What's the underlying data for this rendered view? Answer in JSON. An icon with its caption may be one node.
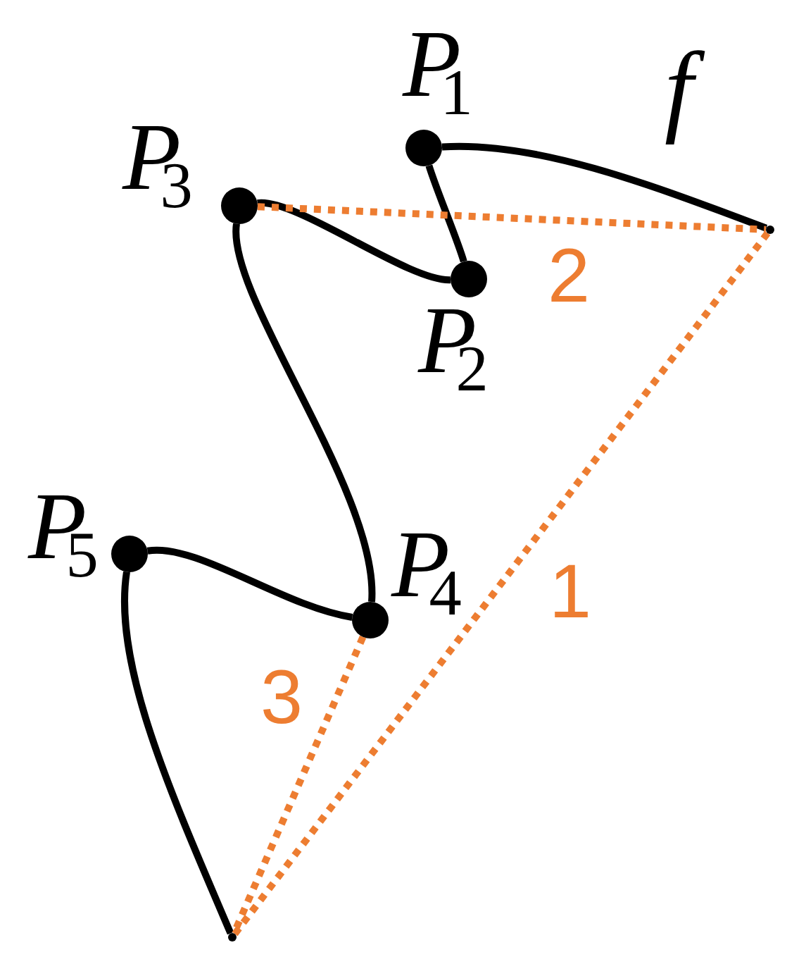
{
  "diagram": {
    "nodes": [
      {
        "text": [
          "*P*$_{1}$"
        ]
      },
      {
        "text": [
          "*P*$_{2}$"
        ]
      },
      {
        "text": [
          "*P*$_{3}$"
        ]
      },
      {
        "text": [
          "*P*$_{4}$"
        ]
      },
      {
        "text": [
          "*P*$_{5}$"
        ]
      },
      {
        "text": [],
        "shape": "point"
      },
      {
        "text": [],
        "shape": "point"
      }
    ],
    "edges": [
      {
        "from": 5,
        "to": 0,
        "arrow": "none"
      },
      {
        "from": 0,
        "to": 1,
        "arrow": "none"
      },
      {
        "from": 1,
        "to": 2,
        "arrow": "none"
      },
      {
        "from": 2,
        "to": 3,
        "arrow": "none"
      },
      {
        "from": 3,
        "to": 4,
        "arrow": "none"
      },
      {
        "from": 4,
        "to": 6,
        "arrow": "none"
      },
      {
        "from": 6,
        "to": 5,
        "arrow": "none",
        "label": "1",
        "style": "dashed",
        "color": "#ed7d31"
      },
      {
        "from": 2,
        "to": 5,
        "arrow": "none",
        "label": "2",
        "style": "dashed",
        "color": "#ed7d31"
      },
      {
        "from": 3,
        "to": 6,
        "arrow": "none",
        "label": "3",
        "style": "dashed",
        "color": "#ed7d31"
      }
    ],
    "labels": [
      "f"
    ]
  }
}
